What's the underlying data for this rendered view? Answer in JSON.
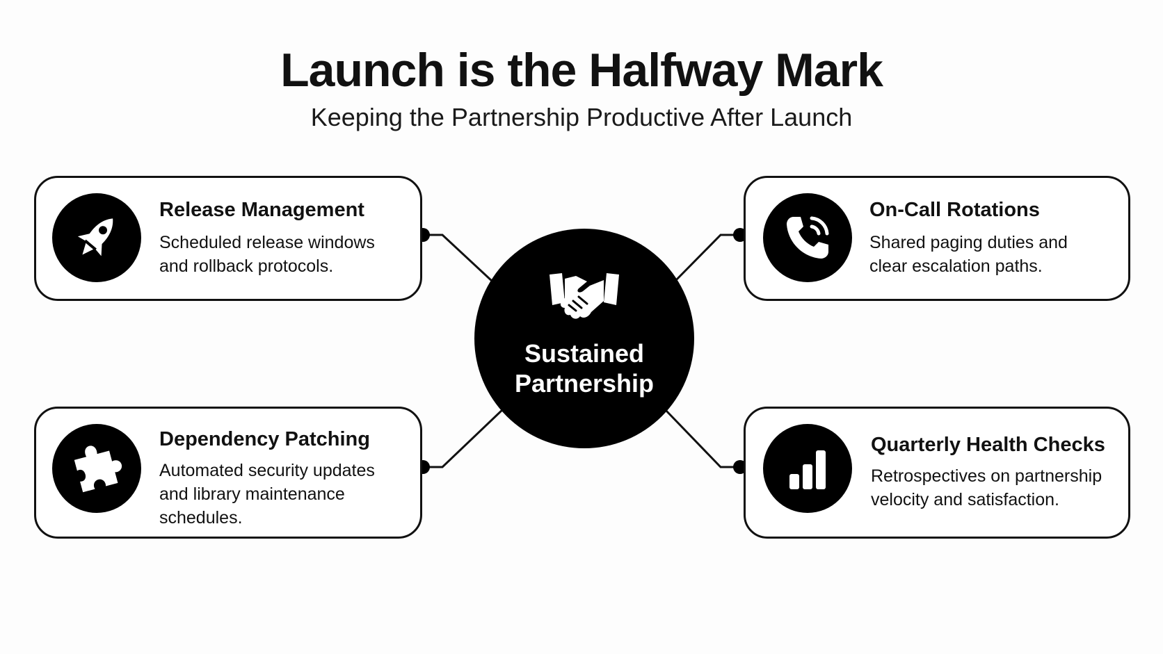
{
  "header": {
    "title": "Launch is the Halfway Mark",
    "subtitle": "Keeping the Partnership Productive After Launch"
  },
  "hub": {
    "icon": "handshake-icon",
    "label": "Sustained Partnership"
  },
  "cards": [
    {
      "icon": "rocket-icon",
      "title": "Release Management",
      "description": "Scheduled release windows and rollback protocols."
    },
    {
      "icon": "phone-ringing-icon",
      "title": "On-Call Rotations",
      "description": "Shared paging duties and clear escalation paths."
    },
    {
      "icon": "puzzle-piece-icon",
      "title": "Dependency Patching",
      "description": "Automated security updates and library maintenance schedules."
    },
    {
      "icon": "bar-chart-icon",
      "title": "Quarterly Health Checks",
      "description": "Retrospectives on partnership velocity and satisfaction."
    }
  ],
  "colors": {
    "background": "#fdfdfd",
    "ink": "#111111",
    "fill": "#000000"
  }
}
